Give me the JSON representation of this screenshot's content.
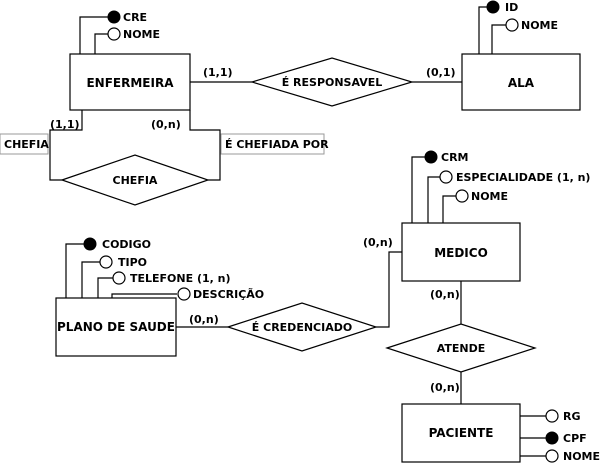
{
  "entities": {
    "enfermeira": "ENFERMEIRA",
    "ala": "ALA",
    "medico": "MEDICO",
    "plano": "PLANO DE SAUDE",
    "paciente": "PACIENTE"
  },
  "relationships": {
    "responsavel": "É RESPONSAVEL",
    "chefia": "CHEFIA",
    "credenciado": "É CREDENCIADO",
    "atende": "ATENDE"
  },
  "roles": {
    "chefia": "CHEFIA",
    "chefiada": "É CHEFIADA POR"
  },
  "attributes": {
    "enfermeira": [
      "CRE",
      "NOME"
    ],
    "ala": [
      "ID",
      "NOME"
    ],
    "medico": [
      "CRM",
      "ESPECIALIDADE (1, n)",
      "NOME"
    ],
    "plano": [
      "CODIGO",
      "TIPO",
      "TELEFONE (1, n)",
      "DESCRIÇÃO"
    ],
    "paciente": [
      "RG",
      "CPF",
      "NOME"
    ]
  },
  "cardinalities": {
    "enf_resp": "(1,1)",
    "ala_resp": "(0,1)",
    "enf_chefia": "(1,1)",
    "enf_chefiada": "(0,n)",
    "medico_cred": "(0,n)",
    "plano_cred": "(0,n)",
    "medico_atende": "(0,n)",
    "paciente_atende": "(0,n)"
  }
}
